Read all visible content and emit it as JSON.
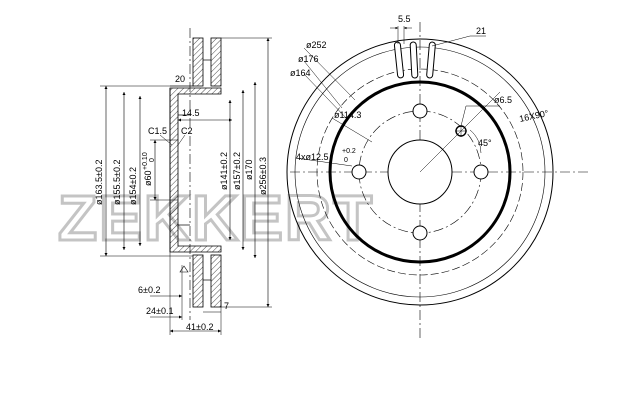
{
  "watermark": {
    "brand": "ZEKKERT"
  },
  "side_view": {
    "dims": {
      "d_outer": "ø163.5±0.2",
      "d_hub": "ø155.5±0.2",
      "d_hat": "ø154±0.2",
      "d_center": "ø60",
      "d_center_tol_upper": "+0.10",
      "d_center_tol_lower": "0",
      "d_inner_141": "ø141±0.2",
      "d_157": "ø157±0.2",
      "d_170": "ø170",
      "d_256": "ø256±0.3",
      "w_20": "20",
      "w_14_5": "14.5",
      "chamfer_c1_5": "C1.5",
      "chamfer_c2": "C2",
      "h_6": "6±0.2",
      "h_24": "24±0.1",
      "h_41": "41±0.2",
      "h_7": "7"
    }
  },
  "front_view": {
    "dims": {
      "d_252": "ø252",
      "d_176": "ø176",
      "d_164": "ø164",
      "pcd": "ø114.3",
      "holes_prefix": "4xø12.5",
      "holes_tol": "+0.2",
      "holes_tol_lower": "0",
      "w_5_5": "5.5",
      "w_21": "21",
      "d_6_5": "ø6.5",
      "angle_45": "45°",
      "slots": "16X90°"
    }
  }
}
